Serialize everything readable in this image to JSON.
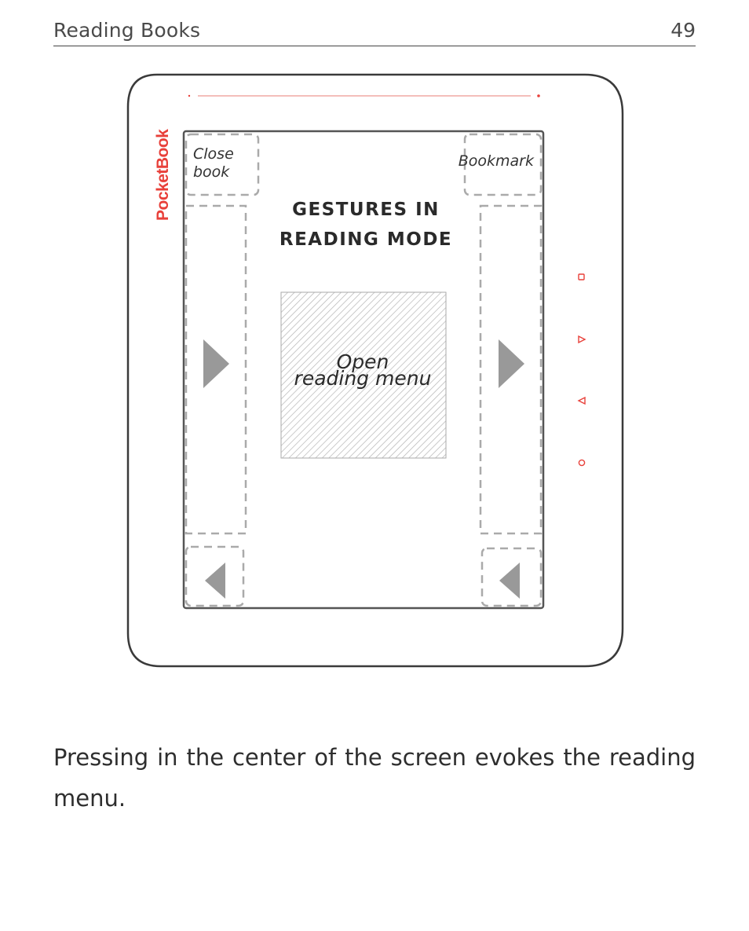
{
  "header": {
    "section_title": "Reading Books",
    "page_number": "49"
  },
  "device": {
    "brand": "PocketBook",
    "brand_color": "#e8403a",
    "screen_title_line1": "GESTURES IN",
    "screen_title_line2": "READING MODE",
    "zones": {
      "close_book_line1": "Close",
      "close_book_line2": "book",
      "bookmark": "Bookmark",
      "open_menu_line1": "Open",
      "open_menu_line2": "reading menu"
    },
    "icons": [
      "next-page-arrow-icon",
      "previous-page-arrow-icon",
      "square-button-icon",
      "play-button-icon",
      "back-button-icon",
      "circle-button-icon"
    ]
  },
  "body": {
    "paragraph": "Pressing in the center of the screen evokes the reading menu."
  }
}
